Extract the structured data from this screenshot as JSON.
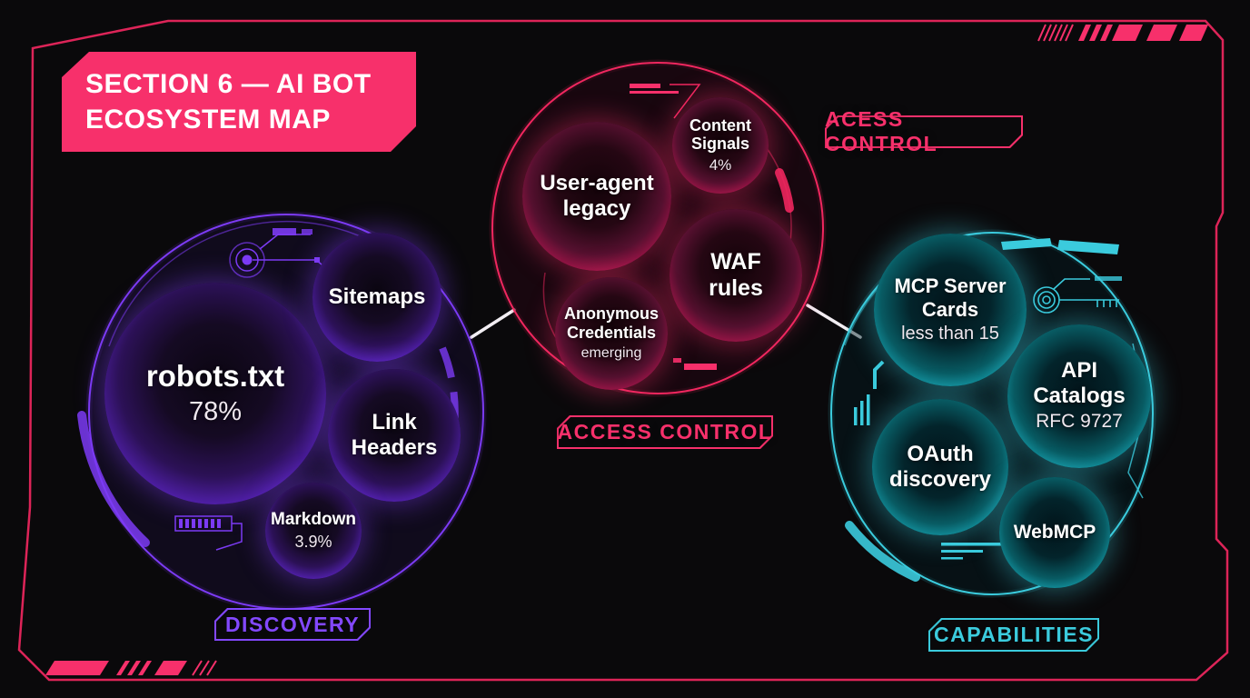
{
  "title": {
    "line1": "SECTION 6 — AI BOT",
    "line2": "ECOSYSTEM MAP"
  },
  "colors": {
    "background": "#0a090b",
    "pink": "#f0275f",
    "purple": "#7c3bf4",
    "cyan": "#3bcbdd",
    "connector": "#f2eef3"
  },
  "clusters": {
    "discovery": {
      "tag": "DISCOVERY",
      "bubbles": {
        "robots": {
          "label": "robots.txt",
          "value": "78%"
        },
        "sitemaps": {
          "label": "Sitemaps"
        },
        "link_headers": {
          "label": "Link Headers"
        },
        "markdown": {
          "label": "Markdown",
          "value": "3.9%"
        }
      }
    },
    "access_control": {
      "tag_top": "ACESS CONTROL",
      "tag_bottom": "ACCESS CONTROL",
      "bubbles": {
        "user_agent": {
          "label": "User-agent legacy"
        },
        "content_signals": {
          "label": "Content Signals",
          "value": "4%"
        },
        "waf": {
          "label": "WAF rules"
        },
        "anonymous": {
          "label": "Anonymous Credentials",
          "value": "emerging"
        }
      }
    },
    "capabilities": {
      "tag": "CAPABILITIES",
      "bubbles": {
        "mcp": {
          "label": "MCP Server Cards",
          "value": "less than 15"
        },
        "api": {
          "label": "API Catalogs",
          "value": "RFC 9727"
        },
        "oauth": {
          "label": "OAuth discovery"
        },
        "webmcp": {
          "label": "WebMCP"
        }
      }
    }
  }
}
